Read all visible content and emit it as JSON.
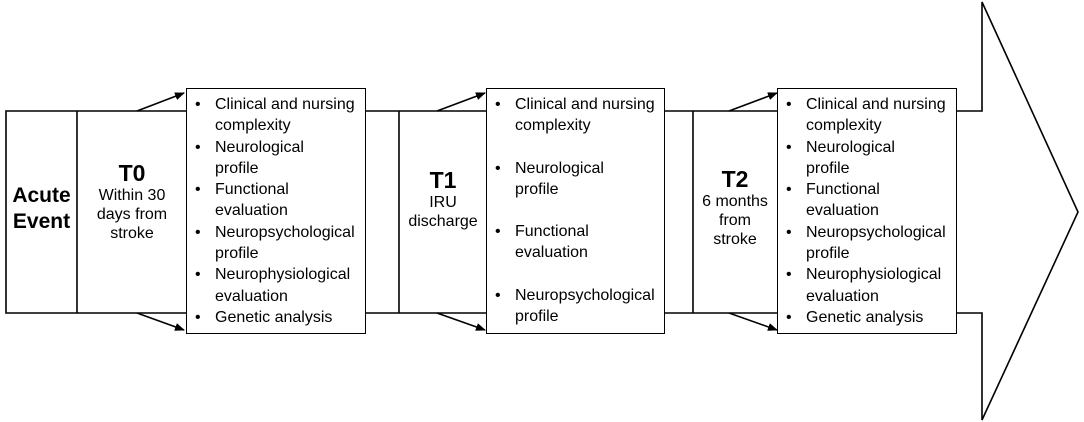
{
  "acute_event": {
    "label": "Acute\nEvent"
  },
  "stages": [
    {
      "id": "t0",
      "title": "T0",
      "subtitle": "Within 30\ndays from\nstroke",
      "items": [
        "Clinical and nursing\ncomplexity",
        "Neurological\nprofile",
        "Functional\nevaluation",
        "Neuropsychological\nprofile",
        "Neurophysiological\nevaluation",
        "Genetic analysis"
      ]
    },
    {
      "id": "t1",
      "title": "T1",
      "subtitle": "IRU\ndischarge",
      "items": [
        "Clinical and nursing\ncomplexity",
        "Neurological\nprofile",
        "Functional\nevaluation",
        "Neuropsychological\nprofile"
      ]
    },
    {
      "id": "t2",
      "title": "T2",
      "subtitle": "6 months\nfrom\nstroke",
      "items": [
        "Clinical and nursing\ncomplexity",
        "Neurological\nprofile",
        "Functional\nevaluation",
        "Neuropsychological\nprofile",
        "Neurophysiological\nevaluation",
        "Genetic analysis"
      ]
    }
  ],
  "bullet_char": "•",
  "colors": {
    "stroke": "#000000",
    "fill": "#ffffff"
  }
}
